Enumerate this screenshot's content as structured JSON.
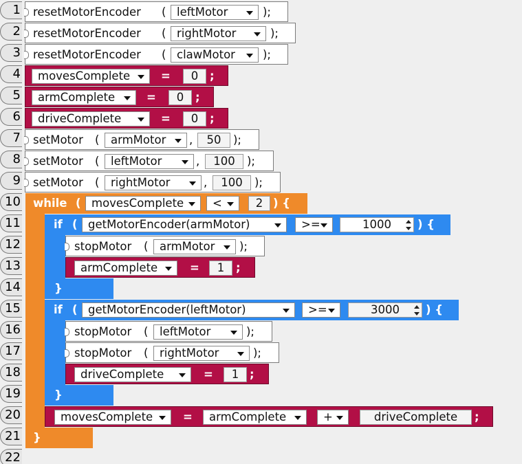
{
  "line_numbers": [
    "1",
    "2",
    "3",
    "4",
    "5",
    "6",
    "7",
    "8",
    "9",
    "10",
    "11",
    "12",
    "13",
    "14",
    "15",
    "16",
    "17",
    "18",
    "19",
    "20",
    "21",
    "22"
  ],
  "colors": {
    "statement": "#ffffff",
    "assignment": "#b20f46",
    "loop": "#ef8a2a",
    "conditional": "#2e8af0",
    "background": "#efefef"
  },
  "icons": {
    "dropdown": "chevron-down-icon",
    "spinner": "spinner-icon"
  },
  "lines": {
    "l1": {
      "func": "resetMotorEncoder",
      "open": "(",
      "arg": "leftMotor",
      "close": ");"
    },
    "l2": {
      "func": "resetMotorEncoder",
      "open": "(",
      "arg": "rightMotor",
      "close": ");"
    },
    "l3": {
      "func": "resetMotorEncoder",
      "open": "(",
      "arg": "clawMotor",
      "close": ");"
    },
    "l4": {
      "var": "movesComplete",
      "op": "=",
      "value": "0",
      "semi": ";"
    },
    "l5": {
      "var": "armComplete",
      "op": "=",
      "value": "0",
      "semi": ";"
    },
    "l6": {
      "var": "driveComplete",
      "op": "=",
      "value": "0",
      "semi": ";"
    },
    "l7": {
      "func": "setMotor",
      "open": "(",
      "arg": "armMotor",
      "comma": ",",
      "value": "50",
      "close": ");"
    },
    "l8": {
      "func": "setMotor",
      "open": "(",
      "arg": "leftMotor",
      "comma": ",",
      "value": "100",
      "close": ");"
    },
    "l9": {
      "func": "setMotor",
      "open": "(",
      "arg": "rightMotor",
      "comma": ",",
      "value": "100",
      "close": ");"
    },
    "l10": {
      "keyword": "while",
      "open": "(",
      "var": "movesComplete",
      "cmp": "<",
      "value": "2",
      "close": ") {"
    },
    "l11": {
      "keyword": "if",
      "open": "(",
      "expr": "getMotorEncoder(armMotor)",
      "cmp": ">=",
      "value": "1000",
      "close": ") {"
    },
    "l12": {
      "func": "stopMotor",
      "open": "(",
      "arg": "armMotor",
      "close": ");"
    },
    "l13": {
      "var": "armComplete",
      "op": "=",
      "value": "1",
      "semi": ";"
    },
    "l14": {
      "brace": "}"
    },
    "l15": {
      "keyword": "if",
      "open": "(",
      "expr": "getMotorEncoder(leftMotor)",
      "cmp": ">=",
      "value": "3000",
      "close": ") {"
    },
    "l16": {
      "func": "stopMotor",
      "open": "(",
      "arg": "leftMotor",
      "close": ");"
    },
    "l17": {
      "func": "stopMotor",
      "open": "(",
      "arg": "rightMotor",
      "close": ");"
    },
    "l18": {
      "var": "driveComplete",
      "op": "=",
      "value": "1",
      "semi": ";"
    },
    "l19": {
      "brace": "}"
    },
    "l20": {
      "var": "movesComplete",
      "op": "=",
      "left": "armComplete",
      "plus": "+",
      "right": "driveComplete",
      "semi": ";"
    },
    "l21": {
      "brace": "}"
    }
  }
}
